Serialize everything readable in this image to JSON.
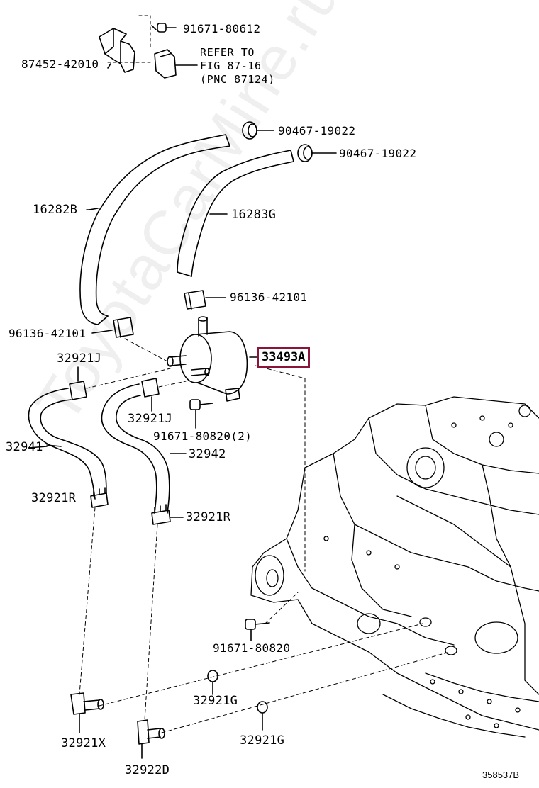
{
  "watermark": "ToyotaCarMine.ru",
  "illustration_id": "358537B",
  "highlight_label": "33493A",
  "refer_note": [
    "REFER TO",
    "FIG 87-16",
    "(PNC 87124)"
  ],
  "labels": {
    "p91671_80612": "91671-80612",
    "p87452_42010": "87452-42010",
    "p90467_19022_a": "90467-19022",
    "p90467_19022_b": "90467-19022",
    "p16282B": "16282B",
    "p16283G": "16283G",
    "p96136_42101_r": "96136-42101",
    "p96136_42101_l": "96136-42101",
    "p32921J_l": "32921J",
    "p32921J_r": "32921J",
    "p91671_80820_2": "91671-80820(2)",
    "p32941": "32941",
    "p32942": "32942",
    "p32921R_l": "32921R",
    "p32921R_r": "32921R",
    "p91671_80820": "91671-80820",
    "p32921G_a": "32921G",
    "p32921G_b": "32921G",
    "p32921X": "32921X",
    "p32922D": "32922D"
  }
}
